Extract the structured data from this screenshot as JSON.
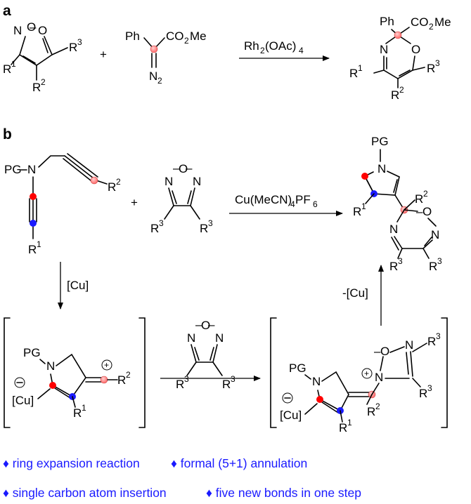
{
  "panels": {
    "a": "a",
    "b": "b"
  },
  "reagents": {
    "rh": "Rh",
    "rh_sub1": "2",
    "rh_mid": "(OAc)",
    "rh_sub2": "4",
    "cu_pre": "Cu(MeCN)",
    "cu_sub1": "4",
    "cu_mid": "PF",
    "cu_sub2": "6",
    "cu_step": "[Cu]",
    "minus_cu": "-[Cu]"
  },
  "atoms": {
    "N": "N",
    "O": "O",
    "Ph": "Ph",
    "R": "R",
    "PG": "PG",
    "CO2Me_a": "CO",
    "CO2Me_b": "2",
    "CO2Me_c": "Me",
    "N2_a": "N",
    "N2_b": "2",
    "plus": "+",
    "cu_bracket": "[Cu]"
  },
  "sup": {
    "1": "1",
    "2": "2",
    "3": "3"
  },
  "notes": [
    "♦ ring expansion reaction",
    "♦ formal (5+1) annulation",
    "♦ single carbon atom insertion",
    "♦ five new bonds in one step"
  ],
  "colors": {
    "red": "#ff0000",
    "blue": "#1a1aff",
    "carbene": "#ff8c8c",
    "note": "#1a1aff"
  }
}
